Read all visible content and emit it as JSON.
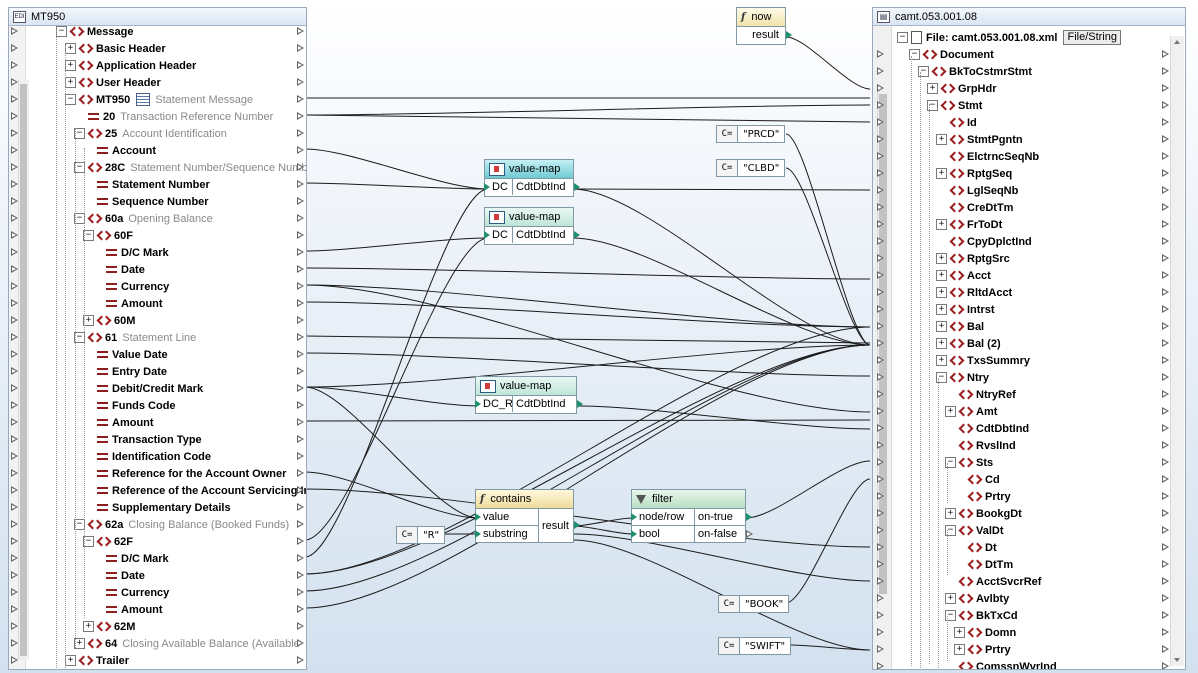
{
  "source": {
    "title": "MT950",
    "title_icon": "EDI",
    "rows": [
      {
        "label": "Message",
        "desc": "",
        "type": "el",
        "exp": "-",
        "bold": true,
        "indent": 3
      },
      {
        "label": "Basic Header",
        "desc": "",
        "type": "el",
        "exp": "+",
        "bold": true,
        "indent": 4
      },
      {
        "label": "Application Header",
        "desc": "",
        "type": "el",
        "exp": "+",
        "bold": true,
        "indent": 4
      },
      {
        "label": "User Header",
        "desc": "",
        "type": "el",
        "exp": "+",
        "bold": true,
        "indent": 4
      },
      {
        "label": "MT950",
        "desc": "Statement Message",
        "type": "el",
        "exp": "-",
        "bold": true,
        "indent": 4,
        "menu": true
      },
      {
        "label": "20",
        "desc": "Transaction Reference Number",
        "type": "at",
        "exp": "",
        "bold": true,
        "indent": 5
      },
      {
        "label": "25",
        "desc": "Account Identification",
        "type": "el",
        "exp": "-",
        "bold": true,
        "indent": 5
      },
      {
        "label": "Account",
        "desc": "",
        "type": "at",
        "exp": "",
        "bold": true,
        "indent": 6
      },
      {
        "label": "28C",
        "desc": "Statement Number/Sequence Numb",
        "type": "el",
        "exp": "-",
        "bold": true,
        "indent": 5
      },
      {
        "label": "Statement Number",
        "desc": "",
        "type": "at",
        "exp": "",
        "bold": true,
        "indent": 6
      },
      {
        "label": "Sequence Number",
        "desc": "",
        "type": "at",
        "exp": "",
        "bold": true,
        "indent": 6
      },
      {
        "label": "60a",
        "desc": "Opening Balance",
        "type": "el",
        "exp": "-",
        "bold": true,
        "indent": 5
      },
      {
        "label": "60F",
        "desc": "",
        "type": "el",
        "exp": "-",
        "bold": true,
        "indent": 6
      },
      {
        "label": "D/C Mark",
        "desc": "",
        "type": "at",
        "exp": "",
        "bold": true,
        "indent": 7
      },
      {
        "label": "Date",
        "desc": "",
        "type": "at",
        "exp": "",
        "bold": true,
        "indent": 7
      },
      {
        "label": "Currency",
        "desc": "",
        "type": "at",
        "exp": "",
        "bold": true,
        "indent": 7
      },
      {
        "label": "Amount",
        "desc": "",
        "type": "at",
        "exp": "",
        "bold": true,
        "indent": 7
      },
      {
        "label": "60M",
        "desc": "",
        "type": "el",
        "exp": "+",
        "bold": true,
        "indent": 6
      },
      {
        "label": "61",
        "desc": "Statement Line",
        "type": "el",
        "exp": "-",
        "bold": true,
        "indent": 5
      },
      {
        "label": "Value Date",
        "desc": "",
        "type": "at",
        "exp": "",
        "bold": true,
        "indent": 6
      },
      {
        "label": "Entry Date",
        "desc": "",
        "type": "at",
        "exp": "",
        "bold": true,
        "indent": 6
      },
      {
        "label": "Debit/Credit Mark",
        "desc": "",
        "type": "at",
        "exp": "",
        "bold": true,
        "indent": 6
      },
      {
        "label": "Funds Code",
        "desc": "",
        "type": "at",
        "exp": "",
        "bold": true,
        "indent": 6
      },
      {
        "label": "Amount",
        "desc": "",
        "type": "at",
        "exp": "",
        "bold": true,
        "indent": 6
      },
      {
        "label": "Transaction Type",
        "desc": "",
        "type": "at",
        "exp": "",
        "bold": true,
        "indent": 6
      },
      {
        "label": "Identification Code",
        "desc": "",
        "type": "at",
        "exp": "",
        "bold": true,
        "indent": 6
      },
      {
        "label": "Reference for the Account Owner",
        "desc": "",
        "type": "at",
        "exp": "",
        "bold": true,
        "indent": 6
      },
      {
        "label": "Reference of the Account Servicing In",
        "desc": "",
        "type": "at",
        "exp": "",
        "bold": true,
        "indent": 6
      },
      {
        "label": "Supplementary Details",
        "desc": "",
        "type": "at",
        "exp": "",
        "bold": true,
        "indent": 6
      },
      {
        "label": "62a",
        "desc": "Closing Balance (Booked Funds)",
        "type": "el",
        "exp": "-",
        "bold": true,
        "indent": 5
      },
      {
        "label": "62F",
        "desc": "",
        "type": "el",
        "exp": "-",
        "bold": true,
        "indent": 6
      },
      {
        "label": "D/C Mark",
        "desc": "",
        "type": "at",
        "exp": "",
        "bold": true,
        "indent": 7
      },
      {
        "label": "Date",
        "desc": "",
        "type": "at",
        "exp": "",
        "bold": true,
        "indent": 7
      },
      {
        "label": "Currency",
        "desc": "",
        "type": "at",
        "exp": "",
        "bold": true,
        "indent": 7
      },
      {
        "label": "Amount",
        "desc": "",
        "type": "at",
        "exp": "",
        "bold": true,
        "indent": 7
      },
      {
        "label": "62M",
        "desc": "",
        "type": "el",
        "exp": "+",
        "bold": true,
        "indent": 6
      },
      {
        "label": "64",
        "desc": "Closing Available Balance (Available",
        "type": "el",
        "exp": "+",
        "bold": true,
        "indent": 5
      },
      {
        "label": "Trailer",
        "desc": "",
        "type": "el",
        "exp": "+",
        "bold": true,
        "indent": 4
      }
    ]
  },
  "target": {
    "title": "camt.053.001.08",
    "file_label": "File: camt.053.001.08.xml",
    "file_button": "File/String",
    "rows": [
      {
        "label": "Document",
        "exp": "-",
        "indent": 2
      },
      {
        "label": "BkToCstmrStmt",
        "exp": "-",
        "indent": 3
      },
      {
        "label": "GrpHdr",
        "exp": "+",
        "indent": 4
      },
      {
        "label": "Stmt",
        "exp": "-",
        "indent": 4
      },
      {
        "label": "Id",
        "exp": "",
        "indent": 5
      },
      {
        "label": "StmtPgntn",
        "exp": "+",
        "indent": 5
      },
      {
        "label": "ElctrncSeqNb",
        "exp": "",
        "indent": 5
      },
      {
        "label": "RptgSeq",
        "exp": "+",
        "indent": 5
      },
      {
        "label": "LglSeqNb",
        "exp": "",
        "indent": 5
      },
      {
        "label": "CreDtTm",
        "exp": "",
        "indent": 5
      },
      {
        "label": "FrToDt",
        "exp": "+",
        "indent": 5
      },
      {
        "label": "CpyDplctInd",
        "exp": "",
        "indent": 5
      },
      {
        "label": "RptgSrc",
        "exp": "+",
        "indent": 5
      },
      {
        "label": "Acct",
        "exp": "+",
        "indent": 5
      },
      {
        "label": "RltdAcct",
        "exp": "+",
        "indent": 5
      },
      {
        "label": "Intrst",
        "exp": "+",
        "indent": 5
      },
      {
        "label": "Bal",
        "exp": "+",
        "indent": 5
      },
      {
        "label": "Bal (2)",
        "exp": "+",
        "indent": 5
      },
      {
        "label": "TxsSummry",
        "exp": "+",
        "indent": 5
      },
      {
        "label": "Ntry",
        "exp": "-",
        "indent": 5
      },
      {
        "label": "NtryRef",
        "exp": "",
        "indent": 6
      },
      {
        "label": "Amt",
        "exp": "+",
        "indent": 6
      },
      {
        "label": "CdtDbtInd",
        "exp": "",
        "indent": 6
      },
      {
        "label": "RvslInd",
        "exp": "",
        "indent": 6
      },
      {
        "label": "Sts",
        "exp": "-",
        "indent": 6
      },
      {
        "label": "Cd",
        "exp": "",
        "indent": 7
      },
      {
        "label": "Prtry",
        "exp": "",
        "indent": 7
      },
      {
        "label": "BookgDt",
        "exp": "+",
        "indent": 6
      },
      {
        "label": "ValDt",
        "exp": "-",
        "indent": 6
      },
      {
        "label": "Dt",
        "exp": "",
        "indent": 7
      },
      {
        "label": "DtTm",
        "exp": "",
        "indent": 7
      },
      {
        "label": "AcctSvcrRef",
        "exp": "",
        "indent": 6
      },
      {
        "label": "Avlbty",
        "exp": "+",
        "indent": 6
      },
      {
        "label": "BkTxCd",
        "exp": "-",
        "indent": 6
      },
      {
        "label": "Domn",
        "exp": "+",
        "indent": 7
      },
      {
        "label": "Prtry",
        "exp": "+",
        "indent": 7
      },
      {
        "label": "ComssnWvrInd",
        "exp": "",
        "indent": 6
      }
    ]
  },
  "functions": {
    "now": {
      "title": "now",
      "out": "result"
    },
    "valuemap1": {
      "title": "value-map",
      "in": "DC",
      "out": "CdtDbtInd"
    },
    "valuemap2": {
      "title": "value-map",
      "in": "DC",
      "out": "CdtDbtInd"
    },
    "valuemap3": {
      "title": "value-map",
      "in": "DC_R",
      "out": "CdtDbtInd"
    },
    "contains": {
      "title": "contains",
      "in1": "value",
      "in2": "substring",
      "out": "result"
    },
    "filter": {
      "title": "filter",
      "in1": "node/row",
      "in2": "bool",
      "out1": "on-true",
      "out2": "on-false"
    }
  },
  "constants": {
    "prefix": "C=",
    "prcd": "\"PRCD\"",
    "clbd": "\"CLBD\"",
    "r": "\"R\"",
    "book": "\"BOOK\"",
    "swift": "\"SWIFT\""
  }
}
